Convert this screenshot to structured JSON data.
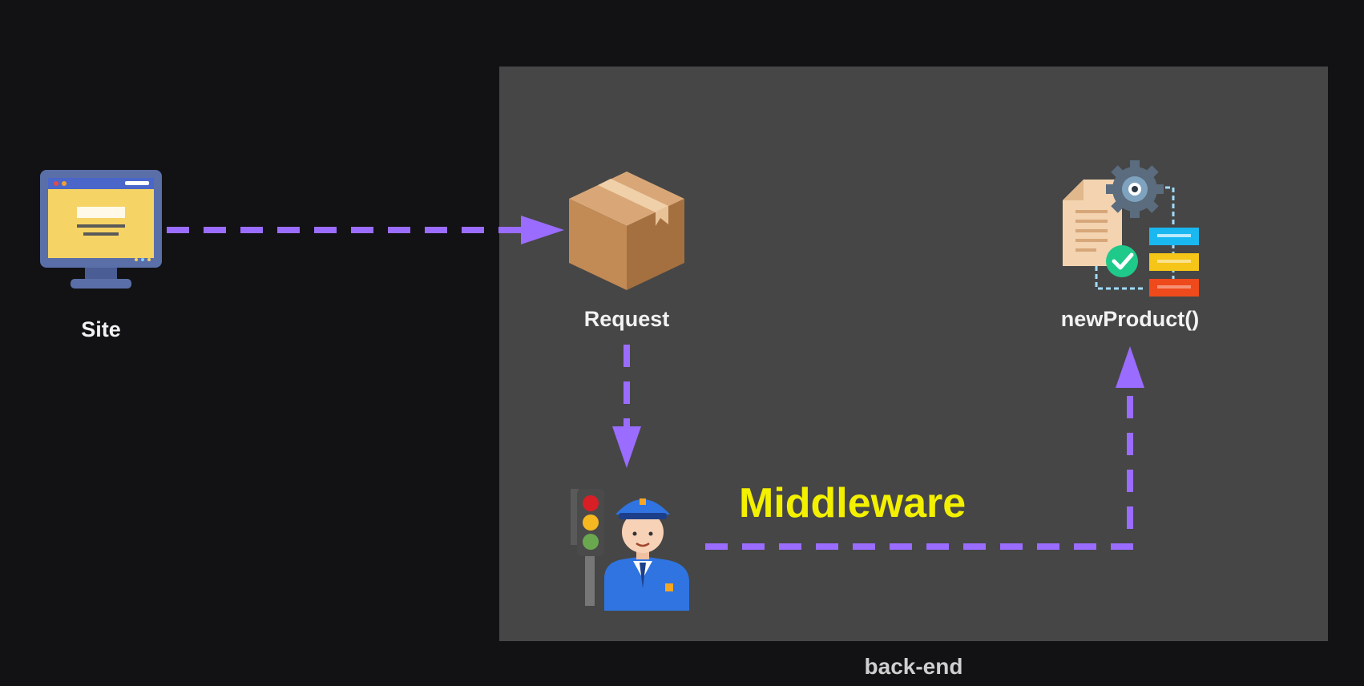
{
  "nodes": {
    "site": {
      "label": "Site",
      "icon": "monitor-icon"
    },
    "request": {
      "label": "Request",
      "icon": "package-box-icon"
    },
    "middleware": {
      "label": "Middleware",
      "icon": "police-officer-traffic-light-icon"
    },
    "new_product": {
      "label": "newProduct()",
      "icon": "document-gear-flowchart-icon"
    }
  },
  "container": {
    "label": "back-end"
  },
  "colors": {
    "background": "#121215",
    "container": "#464646",
    "arrow": "#9a6cff",
    "middleware_text": "#f3f000",
    "label_text": "#f2f2f2"
  },
  "edges": [
    {
      "from": "Site",
      "to": "Request"
    },
    {
      "from": "Request",
      "to": "Middleware"
    },
    {
      "from": "Middleware",
      "to": "newProduct()"
    }
  ]
}
